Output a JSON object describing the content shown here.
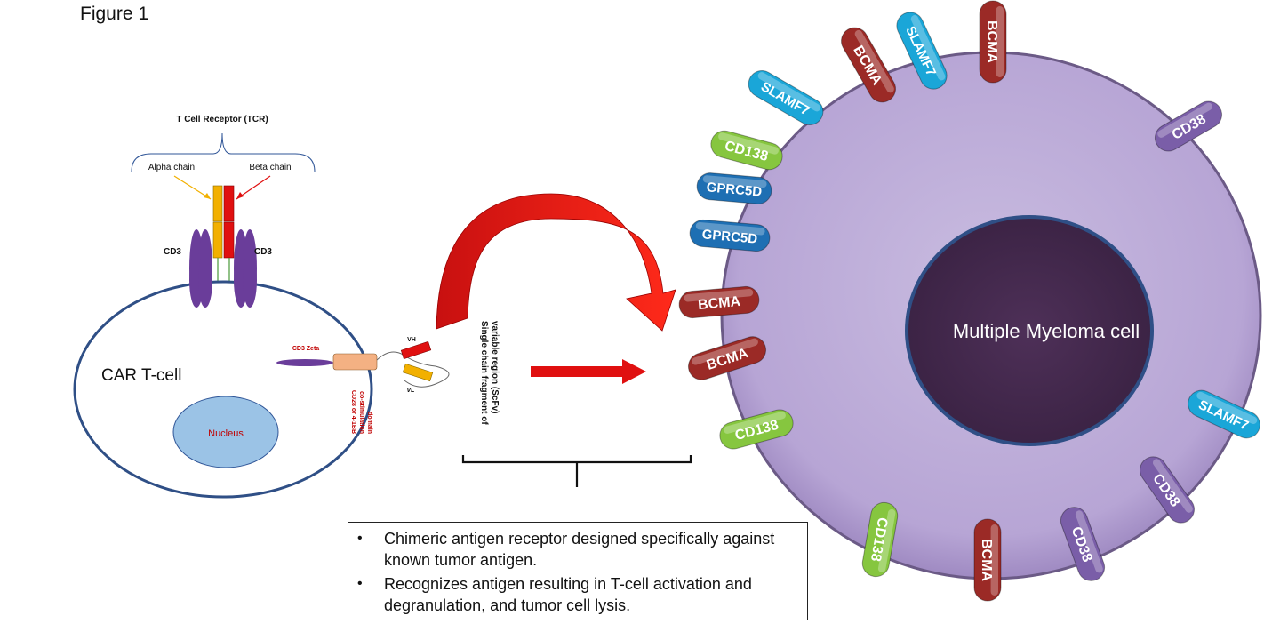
{
  "figure": {
    "label": "Figure 1"
  },
  "tcr": {
    "title": "T Cell Receptor (TCR)",
    "alpha_label": "Alpha chain",
    "beta_label": "Beta chain",
    "cd3_left": "CD3",
    "cd3_right": "CD3"
  },
  "car_tcell": {
    "cell_label": "CAR T-cell",
    "nucleus_label": "Nucleus",
    "cd3_zeta_label": "CD3 Zeta",
    "costim_line1": "CD28 or 4-1BB",
    "costim_line2": "co-stimulation",
    "costim_line3": "domain",
    "vh_label": "VH",
    "vl_label": "VL"
  },
  "scfv": {
    "line1": "Single chain fragment of",
    "line2": "variable region (ScFv)"
  },
  "myeloma": {
    "cell_label": "Multiple Myeloma cell",
    "antigens": [
      {
        "label": "BCMA",
        "kind": "bcma"
      },
      {
        "label": "SLAMF7",
        "kind": "slamf7"
      },
      {
        "label": "BCMA",
        "kind": "bcma"
      },
      {
        "label": "SLAMF7",
        "kind": "slamf7"
      },
      {
        "label": "CD38",
        "kind": "cd38"
      },
      {
        "label": "CD138",
        "kind": "cd138"
      },
      {
        "label": "GPRC5D",
        "kind": "gprc5d"
      },
      {
        "label": "GPRC5D",
        "kind": "gprc5d"
      },
      {
        "label": "BCMA",
        "kind": "bcma"
      },
      {
        "label": "BCMA",
        "kind": "bcma"
      },
      {
        "label": "CD138",
        "kind": "cd138"
      },
      {
        "label": "SLAMF7",
        "kind": "slamf7"
      },
      {
        "label": "CD38",
        "kind": "cd38"
      },
      {
        "label": "CD38",
        "kind": "cd38"
      },
      {
        "label": "BCMA",
        "kind": "bcma"
      },
      {
        "label": "CD138",
        "kind": "cd138"
      }
    ]
  },
  "colors": {
    "bcma": "#9b2a26",
    "slamf7": "#1aa6d8",
    "cd38": "#7a5ea8",
    "cd138": "#86c63f",
    "gprc5d": "#1e6fb3",
    "myeloma_cell": "#b8a6d6",
    "myeloma_nucleus": "#4b2e55",
    "tcell_membrane": "#2f4f86",
    "nucleus": "#9bc3e6",
    "arrow": "#e01010",
    "cd3": "#6a3d9a",
    "alpha": "#f2b000",
    "beta": "#e01010"
  },
  "caption": {
    "bullets": [
      "Chimeric antigen receptor designed specifically against known tumor antigen.",
      "Recognizes antigen resulting in T-cell activation and degranulation, and tumor cell lysis."
    ]
  }
}
